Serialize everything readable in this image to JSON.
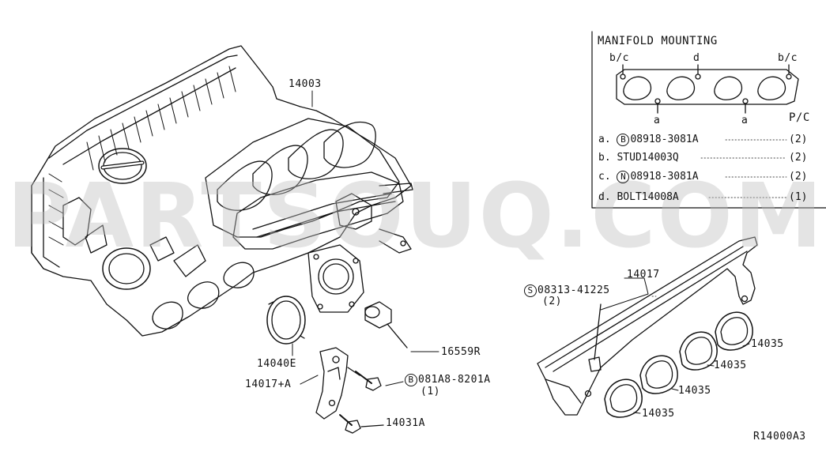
{
  "watermark": "PARTSOUQ.COM",
  "diagram_code": "R14000A3",
  "inset": {
    "title": "MANIFOLD MOUNTING",
    "bolt_labels": {
      "bc": "b/c",
      "d": "d",
      "a": "a"
    },
    "qty_header": "P/C",
    "rows": [
      {
        "key": "a.",
        "marker": "B",
        "part": "08918-3081A",
        "qty": "(2)"
      },
      {
        "key": "b.",
        "marker": "",
        "part": "STUD14003Q",
        "qty": "(2)"
      },
      {
        "key": "c.",
        "marker": "N",
        "part": "08918-3081A",
        "qty": "(2)"
      },
      {
        "key": "d.",
        "marker": "",
        "part": "BOLT14008A",
        "qty": "(1)"
      }
    ]
  },
  "callouts": {
    "p14003": "14003",
    "p14017": "14017",
    "p08313_marker": "S",
    "p08313": "08313-41225",
    "p08313_qty": "(2)",
    "p14040e": "14040E",
    "p16559r": "16559R",
    "p14017a": "14017+A",
    "p081a8_marker": "B",
    "p081a8": "081A8-8201A",
    "p081a8_qty": "(1)",
    "p14031a": "14031A",
    "p14035": "14035"
  }
}
